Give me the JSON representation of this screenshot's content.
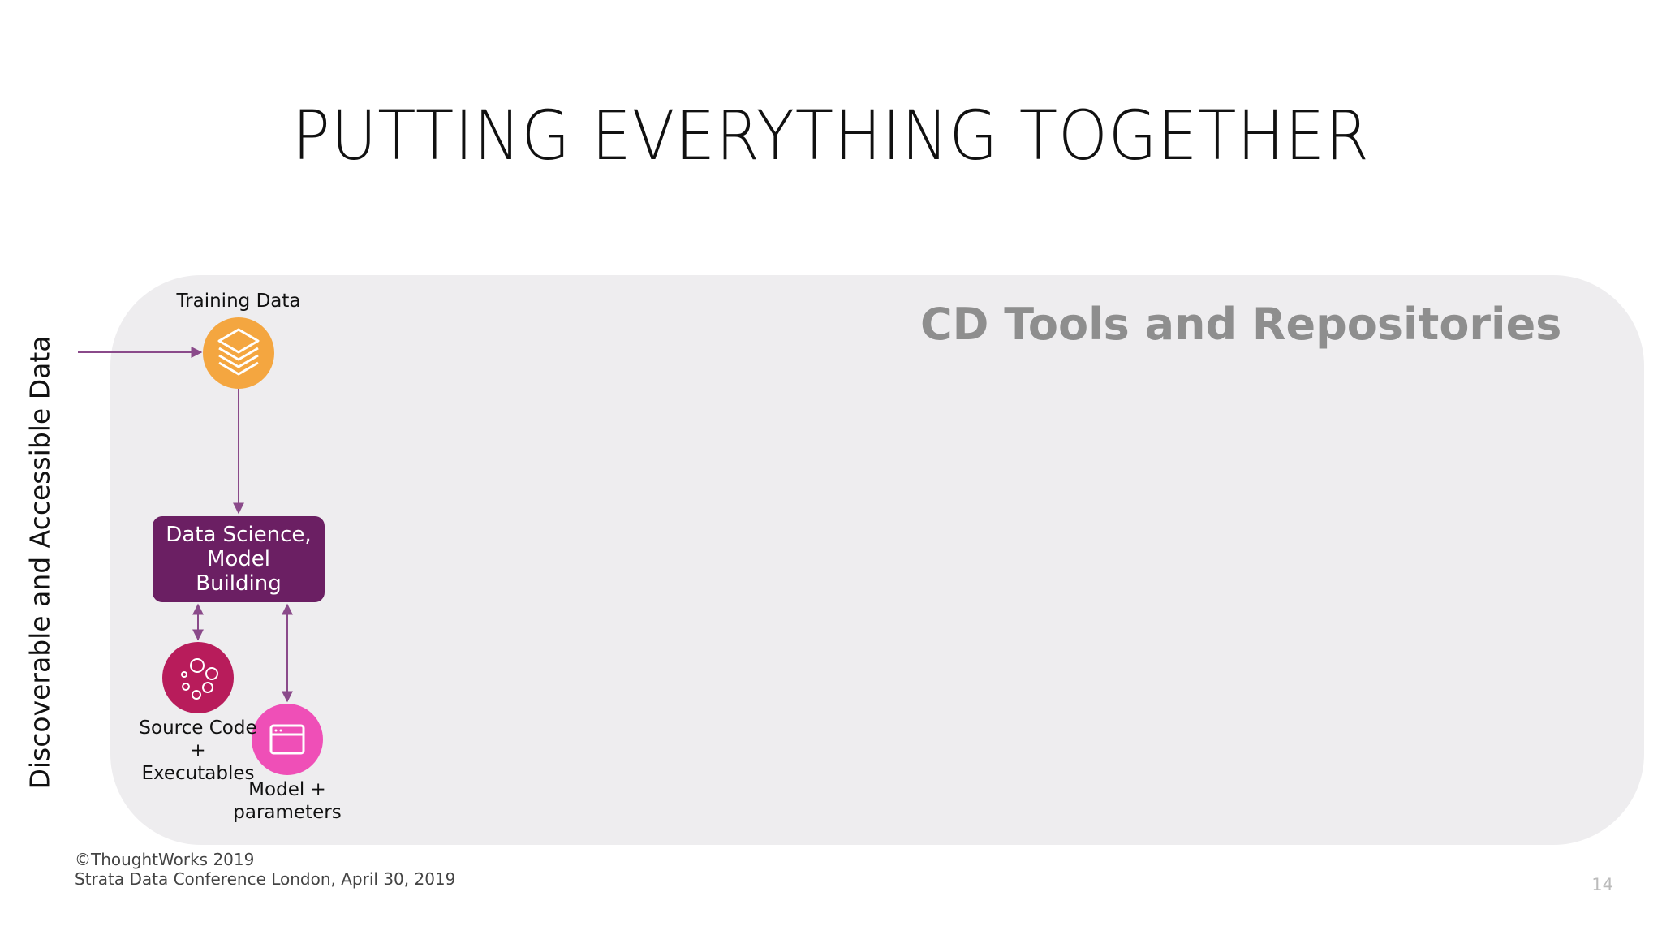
{
  "slide": {
    "title": "PUTTING EVERYTHING TOGETHER",
    "panel_heading": "CD Tools and Repositories",
    "side_label": "Discoverable and Accessible Data",
    "page_number": "14"
  },
  "nodes": {
    "training_data": {
      "label": "Training Data",
      "color": "#f4a640",
      "icon": "stacked-layers-icon"
    },
    "data_science": {
      "label": "Data Science,\nModel\nBuilding",
      "color": "#6b1f63"
    },
    "source_code": {
      "label_line1": "Source Code",
      "label_line2": "+",
      "label_line3": "Executables",
      "color": "#b81c5b",
      "icon": "bubbles-icon"
    },
    "model": {
      "label_line1": "Model +",
      "label_line2": "parameters",
      "color": "#ef4fb7",
      "icon": "window-icon"
    }
  },
  "edges": {
    "color": "#8a4a8a"
  },
  "footer": {
    "copyright": "©ThoughtWorks 2019",
    "event": "Strata Data Conference London,  April 30, 2019"
  }
}
